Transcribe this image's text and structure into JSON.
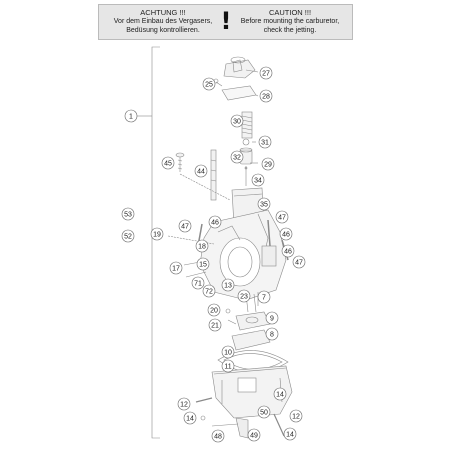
{
  "warning": {
    "de_title": "ACHTUNG !!!",
    "de_line1": "Vor dem Einbau des Vergasers,",
    "de_line2": "Bedüsung kontrollieren.",
    "en_title": "CAUTION !!!",
    "en_line1": "Before mounting the carburetor,",
    "en_line2": "check the jetting.",
    "mark": "!"
  },
  "callouts": {
    "c1": "1",
    "c25": "25",
    "c27": "27",
    "c28": "28",
    "c30": "30",
    "c31": "31",
    "c32": "32",
    "c29": "29",
    "c34": "34",
    "c45": "45",
    "c44": "44",
    "c35": "35",
    "c53": "53",
    "c52": "52",
    "c19": "19",
    "c47a": "47",
    "c46a": "46",
    "c18": "18",
    "c47b": "47",
    "c46b": "46",
    "c46c": "46",
    "c47c": "47",
    "c17": "17",
    "c15": "15",
    "c71": "71",
    "c72": "72",
    "c13": "13",
    "c23": "23",
    "c7": "7",
    "c20": "20",
    "c9": "9",
    "c21": "21",
    "c8": "8",
    "c10": "10",
    "c11": "11",
    "c14a": "14",
    "c12a": "12",
    "c14b": "14",
    "c50": "50",
    "c12b": "12",
    "c48": "48",
    "c49": "49",
    "c14c": "14"
  }
}
